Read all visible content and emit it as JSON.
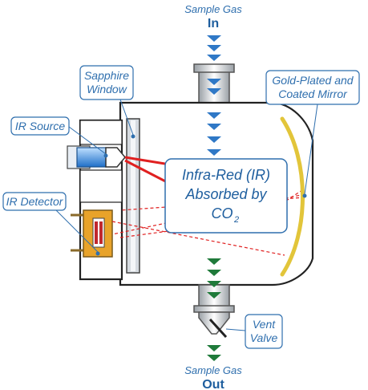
{
  "labels": {
    "sample_in_top": "Sample Gas",
    "sample_in_bottom": "In",
    "sample_out_top": "Sample Gas",
    "sample_out_bottom": "Out",
    "sapphire_line1": "Sapphire",
    "sapphire_line2": "Window",
    "ir_source": "IR Source",
    "ir_detector": "IR Detector",
    "mirror_line1": "Gold-Plated and",
    "mirror_line2": "Coated Mirror",
    "vent_line1": "Vent",
    "vent_line2": "Valve",
    "absorbed_line1": "Infra-Red (IR)",
    "absorbed_line2": "Absorbed by",
    "absorbed_line3": "CO",
    "absorbed_subscript": "2"
  },
  "colors": {
    "flow_in": "#2f78c6",
    "flow_out": "#1f7a3a",
    "ir_beam": "#e02020",
    "mirror": "#e2c53a",
    "callout": "#2f6fae"
  }
}
